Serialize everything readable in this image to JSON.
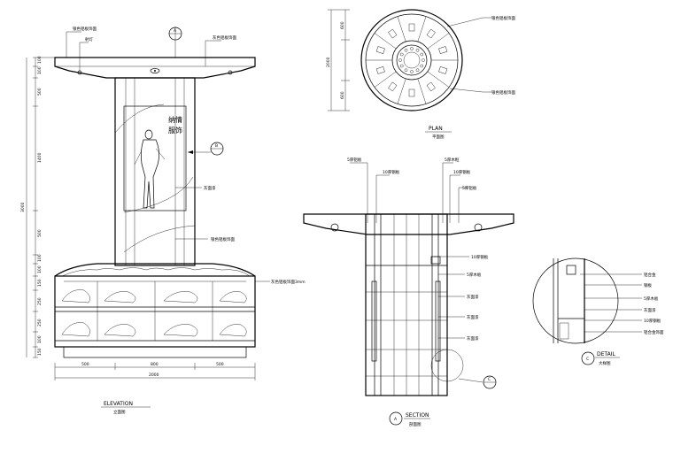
{
  "elevation": {
    "title": "ELEVATION",
    "subtitle": "立面图",
    "sign_text": "纳情\n服饰",
    "dims_left": [
      "100",
      "100",
      "500",
      "1400",
      "500",
      "100",
      "100",
      "150",
      "250",
      "250",
      "100",
      "150"
    ],
    "dim_total": "3000",
    "dims_bottom": [
      "500",
      "800",
      "500"
    ],
    "dim_bottom_total": "2000",
    "callouts": [
      "银色铝板饰面",
      "射灯",
      "灰色铝板饰面",
      "灰面漆",
      "银色铝板饰面",
      "灰色铝板饰面3mm"
    ],
    "marker_a": "A",
    "marker_b": "B"
  },
  "plan": {
    "title": "PLAN",
    "subtitle": "平面图",
    "dims_left": [
      "600",
      "2000",
      "600"
    ],
    "callouts": [
      "银色铝板饰面",
      "银色铝板饰面"
    ]
  },
  "section": {
    "title": "SECTION",
    "subtitle": "剖面图",
    "marker": "A",
    "callouts_top": [
      "5厚铝板",
      "10厚钢板",
      "5厚木框",
      "10厚钢板",
      "5厚铝板"
    ],
    "callouts_right": [
      "10厚钢板",
      "5厚木板",
      "灰面漆",
      "灰面漆",
      "灰面漆"
    ],
    "marker_c": "C"
  },
  "detail": {
    "title": "DETAIL",
    "subtitle": "大样图",
    "marker": "C",
    "callouts": [
      "铝合金",
      "钢板",
      "5厚木板",
      "灰面漆",
      "10厚钢板",
      "铝合金饰面"
    ]
  }
}
